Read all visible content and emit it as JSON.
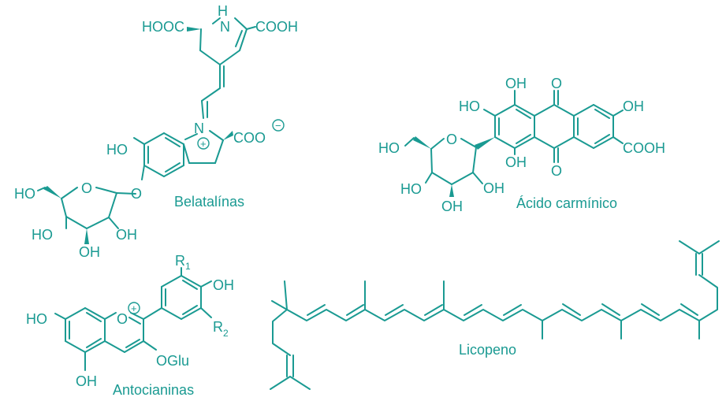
{
  "colors": {
    "structure": "#1a9a92",
    "background": "#ffffff"
  },
  "molecules": [
    {
      "name": "Belatalínas",
      "atoms": {
        "n_h": "N",
        "h_top": "H",
        "cooh_left": "HOOC",
        "cooh_right": "COOH",
        "n_ring": "N",
        "charge_plus": "+",
        "coo": "COO",
        "charge_minus": "−",
        "ho": "HO",
        "o_link": "O",
        "o_ring": "O",
        "ho_ch2": "HO",
        "ho_a": "HO",
        "oh_b": "OH",
        "oh_c": "OH"
      }
    },
    {
      "name": "Ácido carmínico",
      "atoms": {
        "oh_top1": "OH",
        "o_top": "O",
        "ho_left": "HO",
        "oh_right": "OH",
        "cooh": "COOH",
        "oh_bottom": "OH",
        "o_bottom": "O",
        "o_ring": "O",
        "ho_ch2": "HO",
        "ho_a": "HO",
        "oh_b": "OH",
        "oh_c": "OH"
      }
    },
    {
      "name": "Antocianinas",
      "atoms": {
        "r1": "R",
        "r1_sub": "1",
        "oh": "OH",
        "o_ring": "O",
        "charge_plus": "+",
        "r2": "R",
        "r2_sub": "2",
        "ho": "HO",
        "oglu": "OGlu",
        "oh_bottom": "OH"
      }
    },
    {
      "name": "Licopeno",
      "atoms": {}
    }
  ]
}
